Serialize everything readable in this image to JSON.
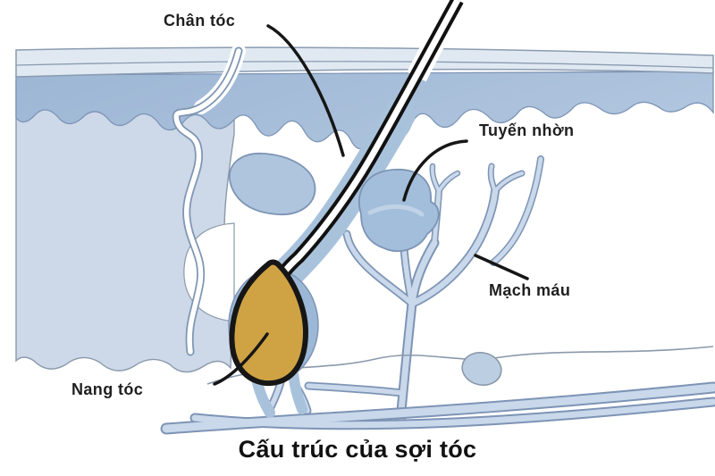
{
  "figure": {
    "type": "anatomy-diagram",
    "subject": "Cross-section of skin showing the structure of a hair strand",
    "caption": "Cấu trúc của sợi tóc"
  },
  "labels": {
    "chan_toc": {
      "text": "Chân tóc",
      "points_to": "hair shaft"
    },
    "tuyen_nhon": {
      "text": "Tuyến nhờn",
      "points_to": "sebaceous gland"
    },
    "mach_mau": {
      "text": "Mạch máu",
      "points_to": "blood vessel"
    },
    "nang_toc": {
      "text": "Nang tóc",
      "points_to": "hair follicle bulb"
    }
  },
  "colors": {
    "background": "#ffffff",
    "skin_surface_band": "#e0e9f2",
    "epidermis": "#a9c1dc",
    "dermis_left_block": "#cdd9e8",
    "gland_fill": "#a3bedb",
    "vessel_fill": "#c9d8ea",
    "vessel_outline": "#7d94b5",
    "follicle_sheath": "#9cb8d6",
    "bulb_fill": "#cfa344",
    "line_dark": "#161616",
    "label_text": "#1f1f1f"
  }
}
